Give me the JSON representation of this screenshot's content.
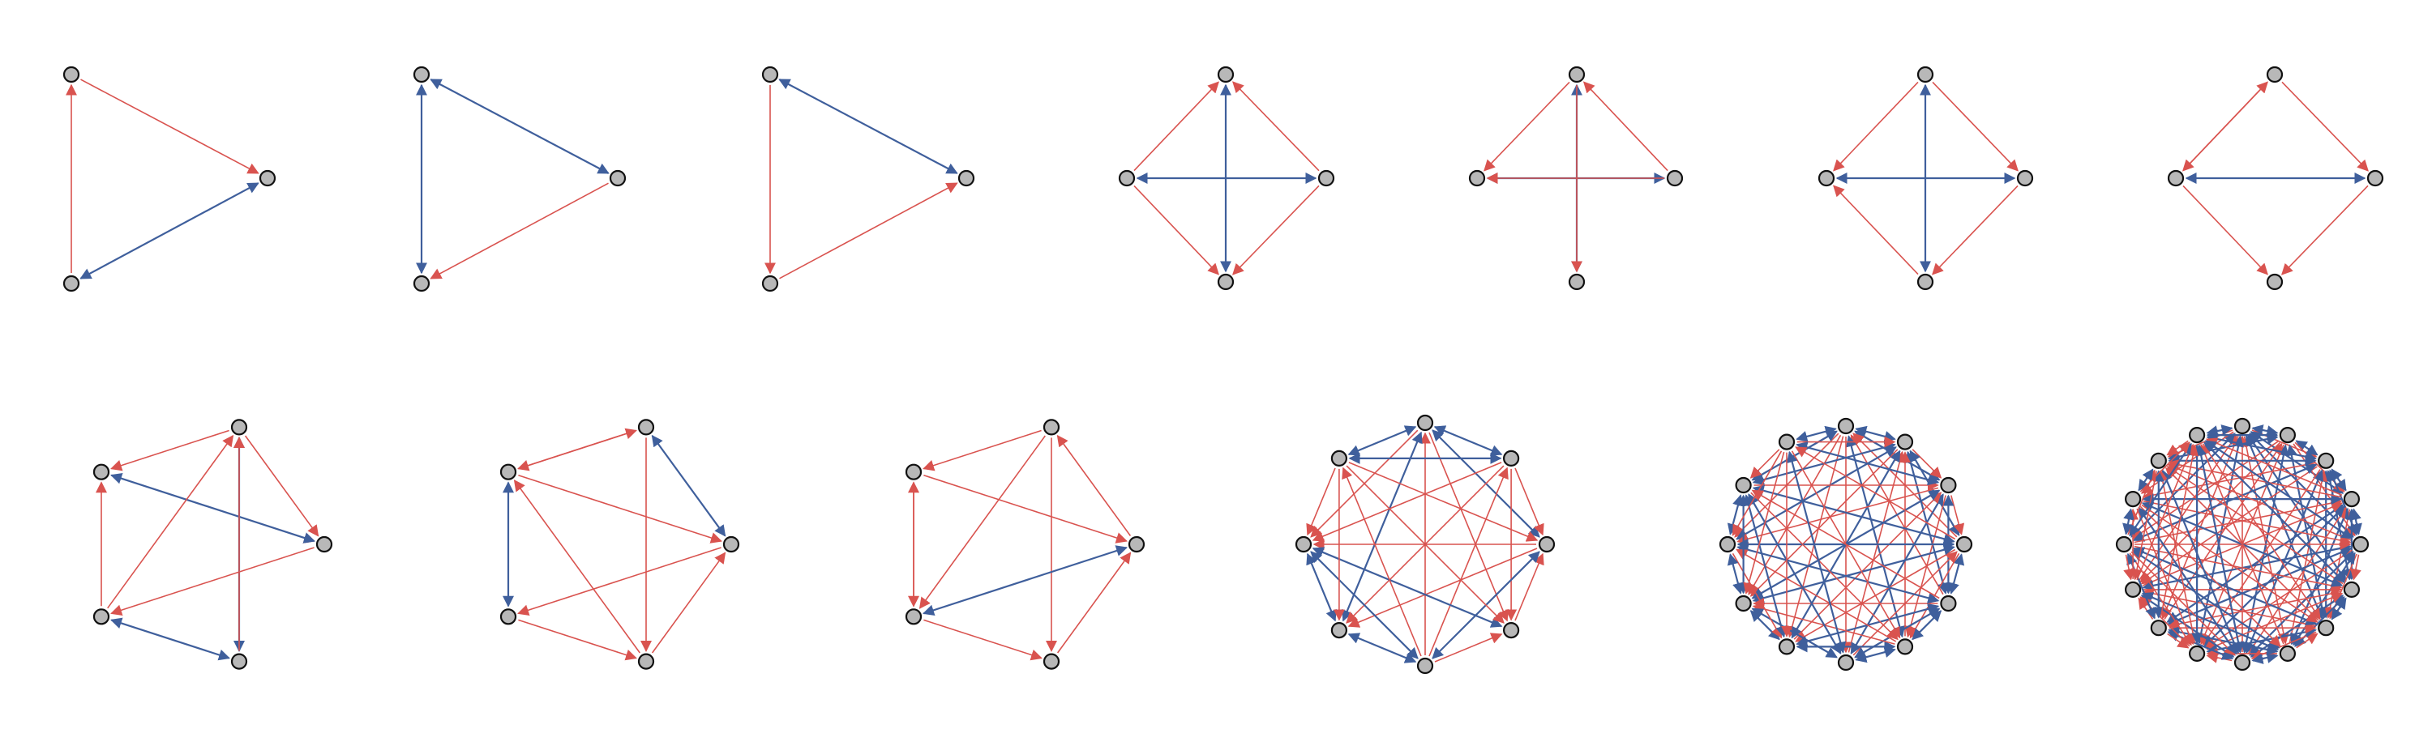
{
  "colors": {
    "one_way": "#d9534f",
    "two_way": "#3f5f9c",
    "node_fill": "#b8b8b8",
    "node_stroke": "#111111"
  },
  "graphs": [
    {
      "id": "g1",
      "n": 3,
      "edges": [
        [
          2,
          0,
          "one"
        ],
        [
          0,
          1,
          "one"
        ],
        [
          1,
          2,
          "two"
        ]
      ]
    },
    {
      "id": "g2",
      "n": 3,
      "edges": [
        [
          0,
          2,
          "two"
        ],
        [
          1,
          0,
          "two"
        ],
        [
          1,
          2,
          "one"
        ]
      ]
    },
    {
      "id": "g3",
      "n": 3,
      "edges": [
        [
          0,
          2,
          "one"
        ],
        [
          0,
          1,
          "two"
        ],
        [
          2,
          1,
          "one"
        ]
      ]
    },
    {
      "id": "g4",
      "n": 4,
      "edges": [
        [
          0,
          2,
          "two"
        ],
        [
          1,
          3,
          "two"
        ],
        [
          3,
          0,
          "one"
        ],
        [
          1,
          0,
          "one"
        ],
        [
          1,
          2,
          "one"
        ],
        [
          3,
          2,
          "one"
        ]
      ]
    },
    {
      "id": "g5",
      "n": 4,
      "edges": [
        [
          0,
          2,
          "two"
        ],
        [
          1,
          3,
          "two"
        ],
        [
          0,
          3,
          "one"
        ],
        [
          1,
          0,
          "one"
        ],
        [
          1,
          3,
          "one"
        ],
        [
          0,
          2,
          "one"
        ]
      ]
    },
    {
      "id": "g6",
      "n": 4,
      "edges": [
        [
          0,
          2,
          "two"
        ],
        [
          1,
          3,
          "two"
        ],
        [
          0,
          1,
          "one"
        ],
        [
          0,
          3,
          "one"
        ],
        [
          1,
          2,
          "one"
        ],
        [
          2,
          3,
          "one"
        ]
      ]
    },
    {
      "id": "g7",
      "n": 4,
      "edges": [
        [
          0,
          3,
          "one"
        ],
        [
          0,
          1,
          "one"
        ],
        [
          1,
          2,
          "one"
        ],
        [
          3,
          2,
          "one"
        ],
        [
          3,
          0,
          "one"
        ],
        [
          3,
          1,
          "two"
        ]
      ]
    },
    {
      "id": "g8",
      "n": 5,
      "edges": [
        [
          0,
          1,
          "one"
        ],
        [
          0,
          4,
          "one"
        ],
        [
          4,
          1,
          "one"
        ],
        [
          3,
          4,
          "one"
        ],
        [
          2,
          0,
          "two"
        ],
        [
          2,
          3,
          "two"
        ],
        [
          1,
          4,
          "two"
        ],
        [
          3,
          0,
          "one"
        ],
        [
          1,
          3,
          "one"
        ],
        [
          2,
          0,
          "one"
        ]
      ]
    },
    {
      "id": "g9",
      "n": 5,
      "edges": [
        [
          0,
          4,
          "one"
        ],
        [
          0,
          2,
          "one"
        ],
        [
          0,
          1,
          "two"
        ],
        [
          4,
          3,
          "two"
        ],
        [
          3,
          2,
          "one"
        ],
        [
          2,
          1,
          "one"
        ],
        [
          4,
          1,
          "one"
        ],
        [
          2,
          4,
          "one"
        ],
        [
          1,
          3,
          "one"
        ],
        [
          4,
          0,
          "one"
        ]
      ]
    },
    {
      "id": "g10",
      "n": 5,
      "edges": [
        [
          0,
          4,
          "one"
        ],
        [
          0,
          2,
          "one"
        ],
        [
          2,
          1,
          "one"
        ],
        [
          4,
          1,
          "one"
        ],
        [
          1,
          3,
          "two"
        ],
        [
          3,
          2,
          "one"
        ],
        [
          4,
          3,
          "one"
        ],
        [
          0,
          3,
          "one"
        ],
        [
          1,
          0,
          "one"
        ],
        [
          3,
          4,
          "one"
        ]
      ]
    },
    {
      "id": "g11",
      "n": 8,
      "edges": "dense",
      "seed": 11,
      "two_way_share": 0.3
    },
    {
      "id": "g12",
      "n": 12,
      "edges": "dense",
      "seed": 23,
      "two_way_share": 0.45
    },
    {
      "id": "g13",
      "n": 16,
      "edges": "dense",
      "seed": 37,
      "two_way_share": 0.45
    }
  ]
}
